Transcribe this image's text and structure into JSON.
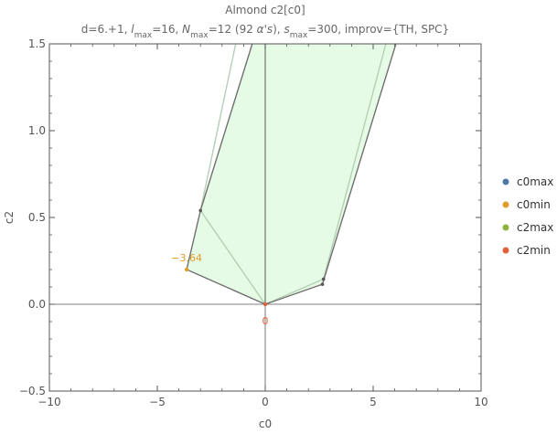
{
  "chart_data": {
    "type": "scatter",
    "title": "Almond c2[c0]",
    "subtitle": {
      "d": "d=6.+1, ",
      "l": "l",
      "l_sub": "max",
      "l_val": "=16, ",
      "n": "N",
      "n_sub": "max",
      "n_val": "=12 (92 ",
      "alpha": "α's",
      "n_close": "), ",
      "s": "s",
      "s_sub": "max",
      "s_val": "=300, improv={TH, SPC}"
    },
    "xlabel": "c0",
    "ylabel": "c2",
    "xlim": [
      -10,
      10
    ],
    "ylim": [
      -0.5,
      1.5
    ],
    "x_ticks": [
      -10,
      -5,
      0,
      5,
      10
    ],
    "x_tick_labels": [
      "−10",
      "−5",
      "0",
      "5",
      "10"
    ],
    "y_ticks": [
      -0.5,
      0.0,
      0.5,
      1.0,
      1.5
    ],
    "y_tick_labels": [
      "−0.5",
      "0.0",
      "0.5",
      "1.0",
      "1.5"
    ],
    "grid": false,
    "legend_position": "right",
    "colors": {
      "region_fill": "#e6fbe6",
      "outer_boundary": "#707070",
      "inner_boundary": "#b5cfb5",
      "axis": "#555555",
      "c0max": "#4e79a7",
      "c0min": "#e19b28",
      "c2max": "#8cb33a",
      "c2min": "#e0603a"
    },
    "region": {
      "outer_boundary": [
        {
          "x": 0.0,
          "y": 0.0
        },
        {
          "x": 2.65,
          "y": 0.115
        },
        {
          "x": 6.3,
          "y": 1.6
        },
        {
          "x": -0.35,
          "y": 1.6
        },
        {
          "x": -3.0,
          "y": 0.54
        },
        {
          "x": -3.64,
          "y": 0.2
        },
        {
          "x": 0.0,
          "y": 0.0
        }
      ],
      "inner_boundary": [
        {
          "x": 0.0,
          "y": 0.0
        },
        {
          "x": 2.7,
          "y": 0.145
        },
        {
          "x": 5.8,
          "y": 1.6
        },
        {
          "x": 0.0,
          "y": 1.6
        },
        {
          "x": 0.0,
          "y": 0.0
        },
        {
          "x": -3.0,
          "y": 0.54
        },
        {
          "x": -1.2,
          "y": 1.6
        }
      ]
    },
    "vertices": [
      {
        "x": -3.0,
        "y": 0.54
      },
      {
        "x": 2.65,
        "y": 0.115
      },
      {
        "x": 2.7,
        "y": 0.145
      }
    ],
    "series": [
      {
        "name": "c0max",
        "values": []
      },
      {
        "name": "c0min",
        "values": [
          {
            "x": -3.64,
            "y": 0.2
          }
        ]
      },
      {
        "name": "c2max",
        "values": []
      },
      {
        "name": "c2min",
        "values": [
          {
            "x": 0.0,
            "y": 0.0
          }
        ]
      }
    ],
    "annotations": [
      {
        "text": "−3.64",
        "series": "c0min",
        "x": -3.64,
        "y": 0.2,
        "placement": "above"
      },
      {
        "text": "0",
        "series": "c2min",
        "x": 0.0,
        "y": 0.0,
        "placement": "below"
      }
    ]
  }
}
